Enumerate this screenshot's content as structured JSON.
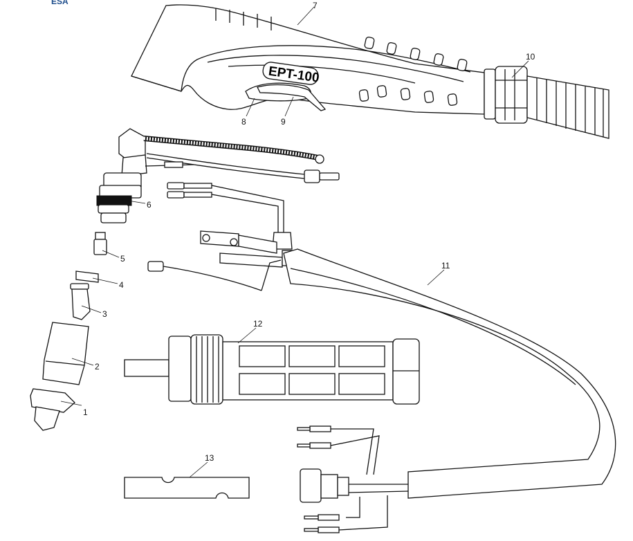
{
  "logo": {
    "text": "ESA"
  },
  "torch_model": "EPT-100",
  "callouts": {
    "c1": "1",
    "c2": "2",
    "c3": "3",
    "c4": "4",
    "c5": "5",
    "c6": "6",
    "c7": "7",
    "c8": "8",
    "c9": "9",
    "c10": "10",
    "c11": "11",
    "c12": "12",
    "c13": "13"
  },
  "colors": {
    "line": "#111111",
    "background": "#ffffff",
    "logo": "#1f4e8c"
  }
}
